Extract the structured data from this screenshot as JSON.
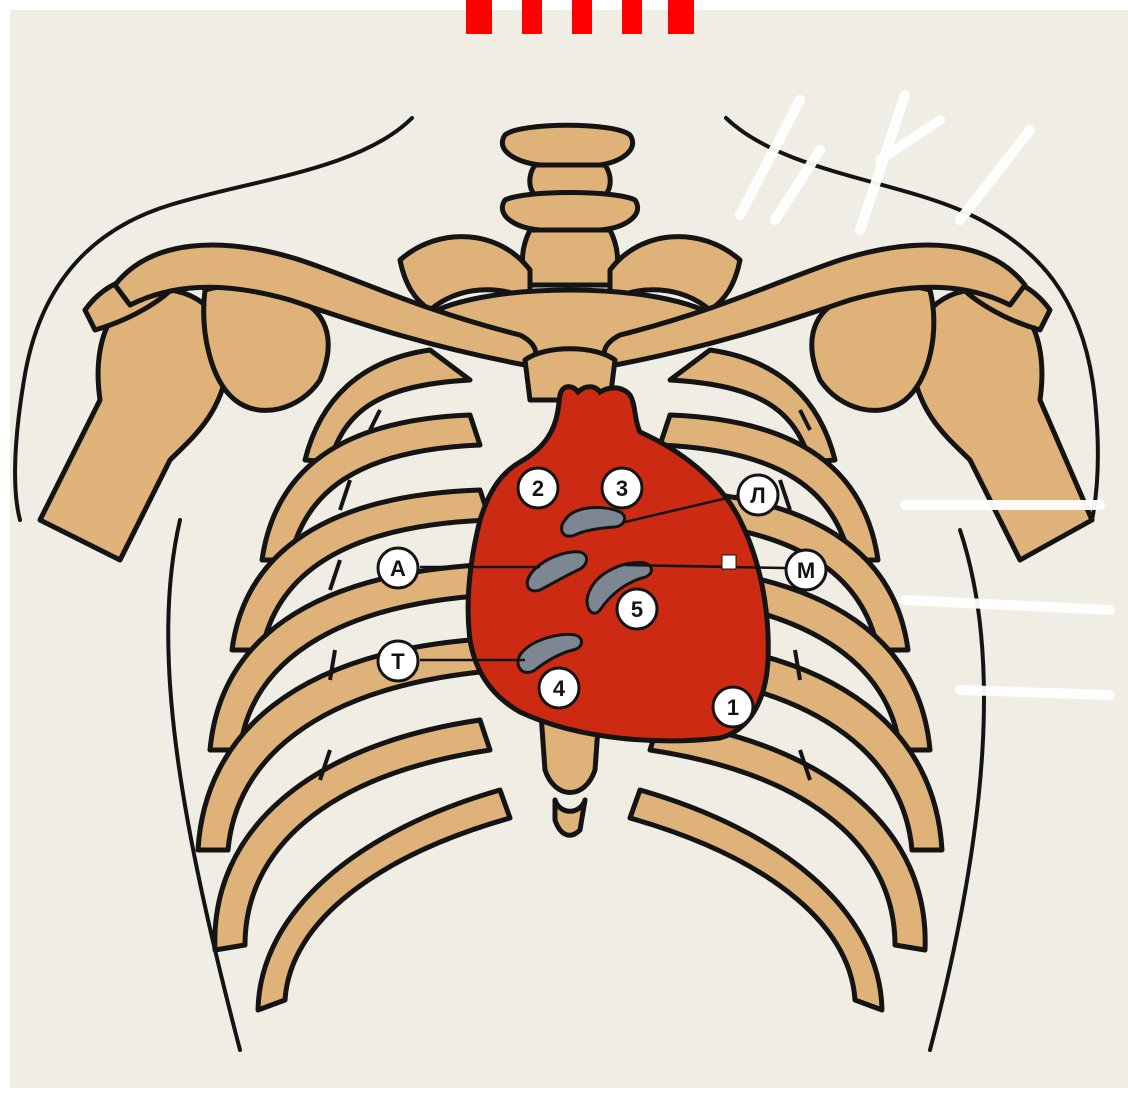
{
  "diagram": {
    "colors": {
      "background": "#efede4",
      "bone": "#deb279",
      "outline": "#141414",
      "heart": "#cc2a12",
      "valve": "#7d8791",
      "label_fill": "#ffffff",
      "accent_top": "#ff0000"
    },
    "labels": {
      "num_1": "1",
      "num_2": "2",
      "num_3": "3",
      "num_4": "4",
      "num_5": "5",
      "letter_A": "А",
      "letter_L": "Л",
      "letter_M": "М",
      "letter_T": "Т"
    },
    "icons": {
      "heart": "heart-icon",
      "rib_cage": "rib-cage-icon",
      "valve": "valve-icon"
    }
  }
}
